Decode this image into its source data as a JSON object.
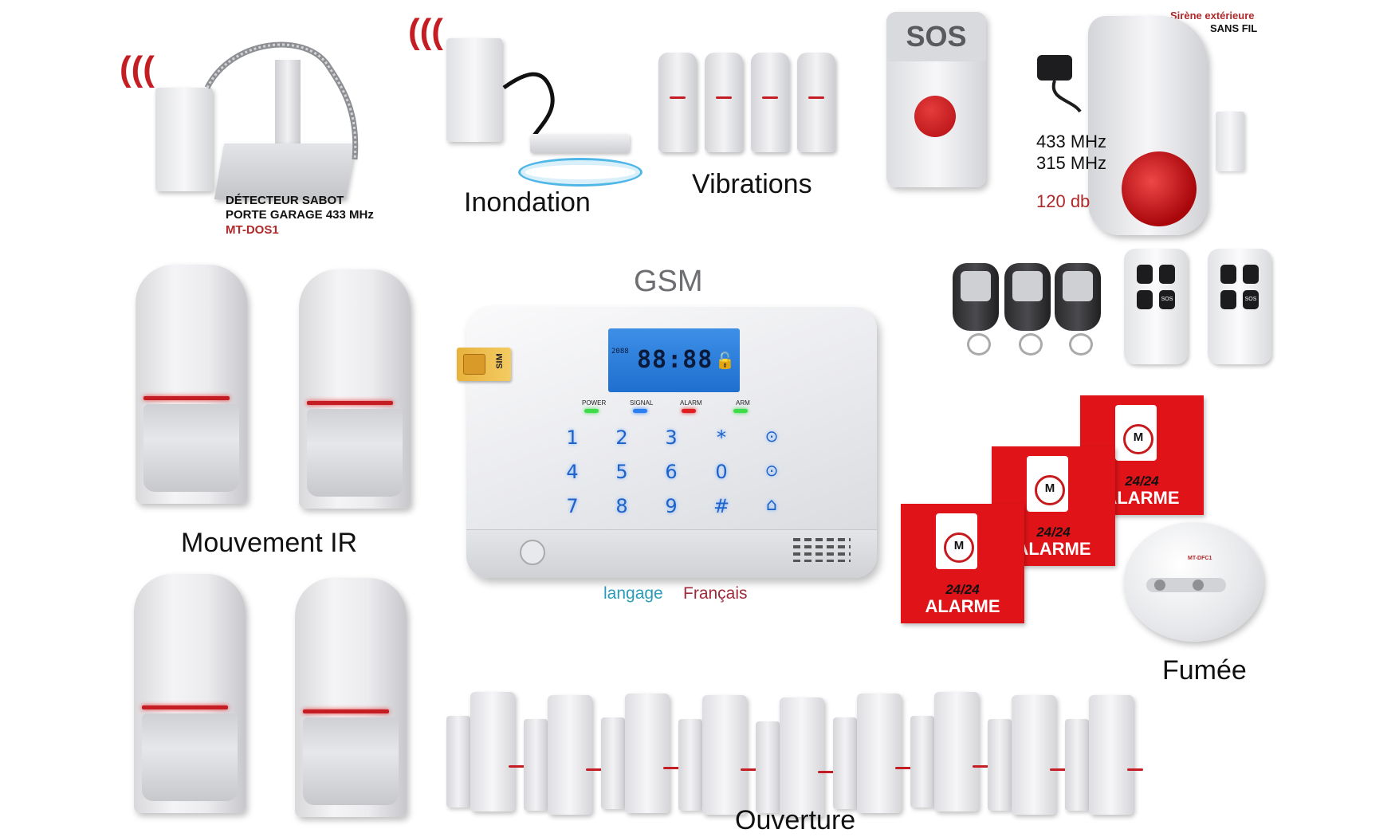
{
  "products": {
    "garage": {
      "line1": "DÉTECTEUR  SABOT",
      "line2": "PORTE GARAGE 433 MHz",
      "model": "MT-DOS1"
    },
    "flood": {
      "label": "Inondation"
    },
    "vibration": {
      "label": "Vibrations"
    },
    "sos": {
      "label": "SOS"
    },
    "siren": {
      "title_line1": "Sirène  extérieure",
      "title_line2": "SANS  FIL",
      "freq1": "433 MHz",
      "freq2": "315 MHz",
      "volume": "120 db"
    },
    "panel": {
      "title": "GSM",
      "sim": "SIM",
      "lcd_digits": "88:88",
      "lcd_small": "2088",
      "leds": [
        "POWER",
        "SIGNAL",
        "ALARM",
        "ARM"
      ],
      "keys": [
        "1",
        "2",
        "3",
        "*",
        "⊙",
        "4",
        "5",
        "6",
        "0",
        "⊙",
        "7",
        "8",
        "9",
        "#",
        "⌂"
      ],
      "language_label": "langage",
      "language_value": "Français"
    },
    "motion": {
      "label": "Mouvement IR"
    },
    "remotes": {
      "sos_key": "SOS"
    },
    "stickers": {
      "logo": "M",
      "hours": "24/24",
      "word": "ALARME"
    },
    "smoke": {
      "label": "Fumée",
      "model": "MT-DFC1"
    },
    "opening": {
      "label": "Ouverture"
    }
  },
  "colors": {
    "led_power": "#3fdc4a",
    "led_signal": "#2c7ff0",
    "led_alarm": "#e02020",
    "led_arm": "#3fdc4a",
    "language_label": "#2a9bb8",
    "language_value": "#a02a3a",
    "sticker_red": "#e01418"
  }
}
